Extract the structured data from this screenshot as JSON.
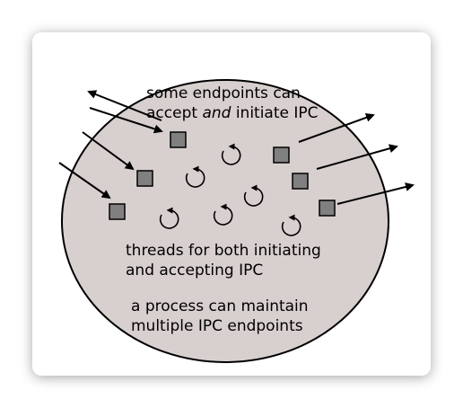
{
  "labels": {
    "endpoints_line1": "some endpoints can",
    "endpoints_line2_pre": "accept ",
    "endpoints_line2_em": "and",
    "endpoints_line2_post": " initiate IPC",
    "threads_line1": "threads for both initiating",
    "threads_line2": "and accepting IPC",
    "process_line1": "a process can maintain",
    "process_line2": "multiple IPC endpoints"
  },
  "colors": {
    "process_fill": "#d8d0cf",
    "endpoint_fill": "#808080",
    "stroke": "#000000"
  },
  "icons": {
    "endpoint": "gray-square",
    "thread": "circular-arrow"
  }
}
